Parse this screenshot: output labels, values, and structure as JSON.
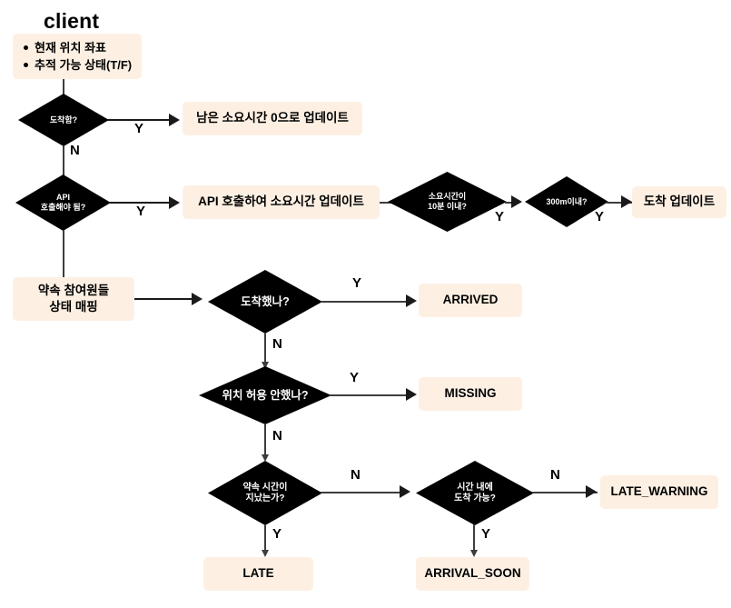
{
  "page": {
    "title": "client",
    "background": "#ffffff",
    "box_fill": "#fdf0e3",
    "diamond_fill": "#000000",
    "diamond_text": "#ffffff",
    "line_color": "#3d3d3d"
  },
  "chart_data": {
    "type": "diagram",
    "title": "client",
    "nodes": [
      {
        "id": "input",
        "kind": "note",
        "text": "현재 위치 좌표\n추적 가능 상태(T/F)"
      },
      {
        "id": "d1",
        "kind": "decision",
        "text": "도착함?"
      },
      {
        "id": "p1",
        "kind": "process",
        "text": "남은 소요시간 0으로 업데이트"
      },
      {
        "id": "d2",
        "kind": "decision",
        "text": "API\n호출해야 됨?"
      },
      {
        "id": "p2",
        "kind": "process",
        "text": "API 호출하여 소요시간 업데이트"
      },
      {
        "id": "d3",
        "kind": "decision",
        "text": "소요시간이\n10분 이내?"
      },
      {
        "id": "d4",
        "kind": "decision",
        "text": "300m이내?"
      },
      {
        "id": "p3",
        "kind": "process",
        "text": "도착 업데이트"
      },
      {
        "id": "p4",
        "kind": "process",
        "text": "약속 참여원들\n상태 매핑"
      },
      {
        "id": "d5",
        "kind": "decision",
        "text": "도착했나?"
      },
      {
        "id": "s1",
        "kind": "state",
        "text": "ARRIVED"
      },
      {
        "id": "d6",
        "kind": "decision",
        "text": "위치 허용 안했나?"
      },
      {
        "id": "s2",
        "kind": "state",
        "text": "MISSING"
      },
      {
        "id": "d7",
        "kind": "decision",
        "text": "약속 시간이\n지났는가?"
      },
      {
        "id": "d8",
        "kind": "decision",
        "text": "시간 내에\n도착 가능?"
      },
      {
        "id": "s3",
        "kind": "state",
        "text": "LATE_WARNING"
      },
      {
        "id": "s4",
        "kind": "state",
        "text": "LATE"
      },
      {
        "id": "s5",
        "kind": "state",
        "text": "ARRIVAL_SOON"
      }
    ],
    "edges": [
      {
        "from": "input",
        "to": "d1",
        "label": ""
      },
      {
        "from": "d1",
        "to": "p1",
        "label": "Y"
      },
      {
        "from": "d1",
        "to": "d2",
        "label": "N"
      },
      {
        "from": "d2",
        "to": "p2",
        "label": "Y"
      },
      {
        "from": "d2",
        "to": "p4",
        "label": ""
      },
      {
        "from": "p2",
        "to": "d3",
        "label": ""
      },
      {
        "from": "d3",
        "to": "d4",
        "label": "Y"
      },
      {
        "from": "d4",
        "to": "p3",
        "label": "Y"
      },
      {
        "from": "p4",
        "to": "d5",
        "label": ""
      },
      {
        "from": "d5",
        "to": "s1",
        "label": "Y"
      },
      {
        "from": "d5",
        "to": "d6",
        "label": "N"
      },
      {
        "from": "d6",
        "to": "s2",
        "label": "Y"
      },
      {
        "from": "d6",
        "to": "d7",
        "label": "N"
      },
      {
        "from": "d7",
        "to": "d8",
        "label": "N"
      },
      {
        "from": "d7",
        "to": "s4",
        "label": "Y"
      },
      {
        "from": "d8",
        "to": "s3",
        "label": "N"
      },
      {
        "from": "d8",
        "to": "s5",
        "label": "Y"
      }
    ]
  },
  "nodes": {
    "title": "client",
    "input_bullets": [
      "현재 위치 좌표",
      "추적 가능 상태(T/F)"
    ],
    "d1": "도착함?",
    "p1": "남은 소요시간 0으로 업데이트",
    "d2": "API\n호출해야 됨?",
    "p2": "API 호출하여 소요시간 업데이트",
    "d3": "소요시간이\n10분 이내?",
    "d4": "300m이내?",
    "p3": "도착 업데이트",
    "p4": "약속 참여원들\n상태 매핑",
    "d5": "도착했나?",
    "s1": "ARRIVED",
    "d6": "위치 허용 안했나?",
    "s2": "MISSING",
    "d7": "약속 시간이\n지났는가?",
    "d8": "시간 내에\n도착 가능?",
    "s3": "LATE_WARNING",
    "s4": "LATE",
    "s5": "ARRIVAL_SOON"
  },
  "edge_labels": {
    "d1_yes": "Y",
    "d1_no": "N",
    "d2_yes": "Y",
    "d3_yes": "Y",
    "d4_yes": "Y",
    "d5_yes": "Y",
    "d5_no": "N",
    "d6_yes": "Y",
    "d6_no": "N",
    "d7_no": "N",
    "d7_yes": "Y",
    "d8_no": "N",
    "d8_yes": "Y"
  }
}
